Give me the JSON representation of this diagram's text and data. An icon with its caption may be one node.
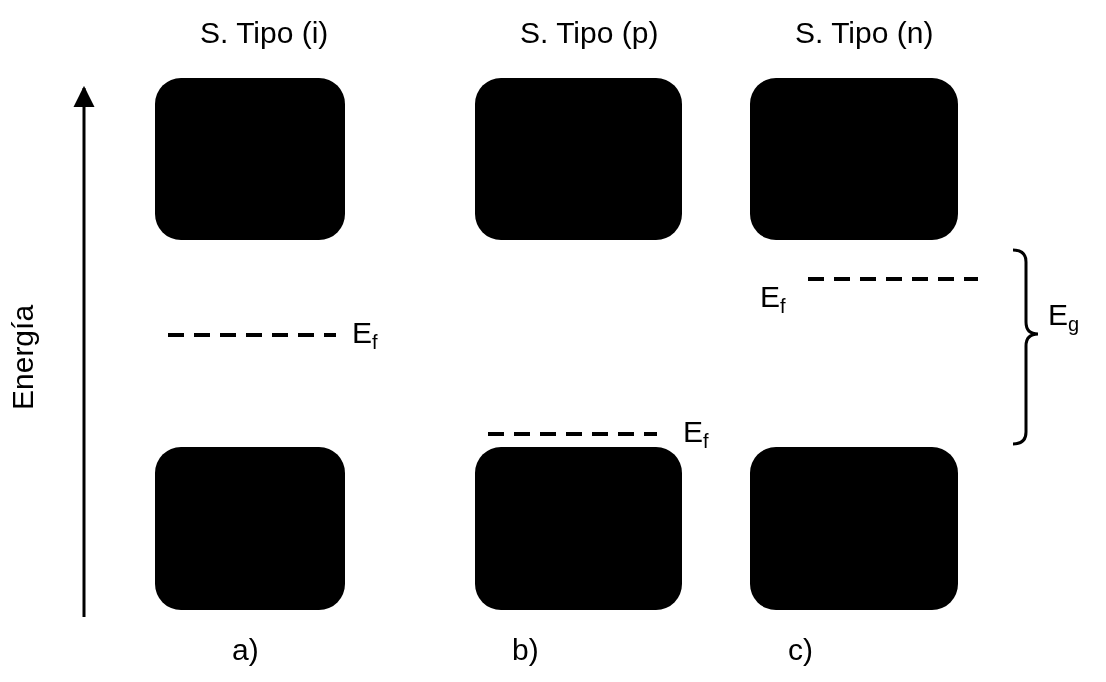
{
  "diagram": {
    "nodes": [
      {
        "text": [],
        "shape": "box"
      },
      {
        "text": [],
        "shape": "box"
      },
      {
        "text": [],
        "shape": "box"
      },
      {
        "text": [],
        "shape": "box"
      },
      {
        "text": [],
        "shape": "box"
      },
      {
        "text": [],
        "shape": "box"
      }
    ],
    "labels": [
      "S. Tipo (i)",
      "S. Tipo (p)",
      "S. Tipo (n)",
      "Energía",
      "E$_{f}$",
      "E$_{f}$",
      "E$_{g}$",
      "E$_{f}$",
      "a)",
      "b)",
      "c)"
    ]
  }
}
